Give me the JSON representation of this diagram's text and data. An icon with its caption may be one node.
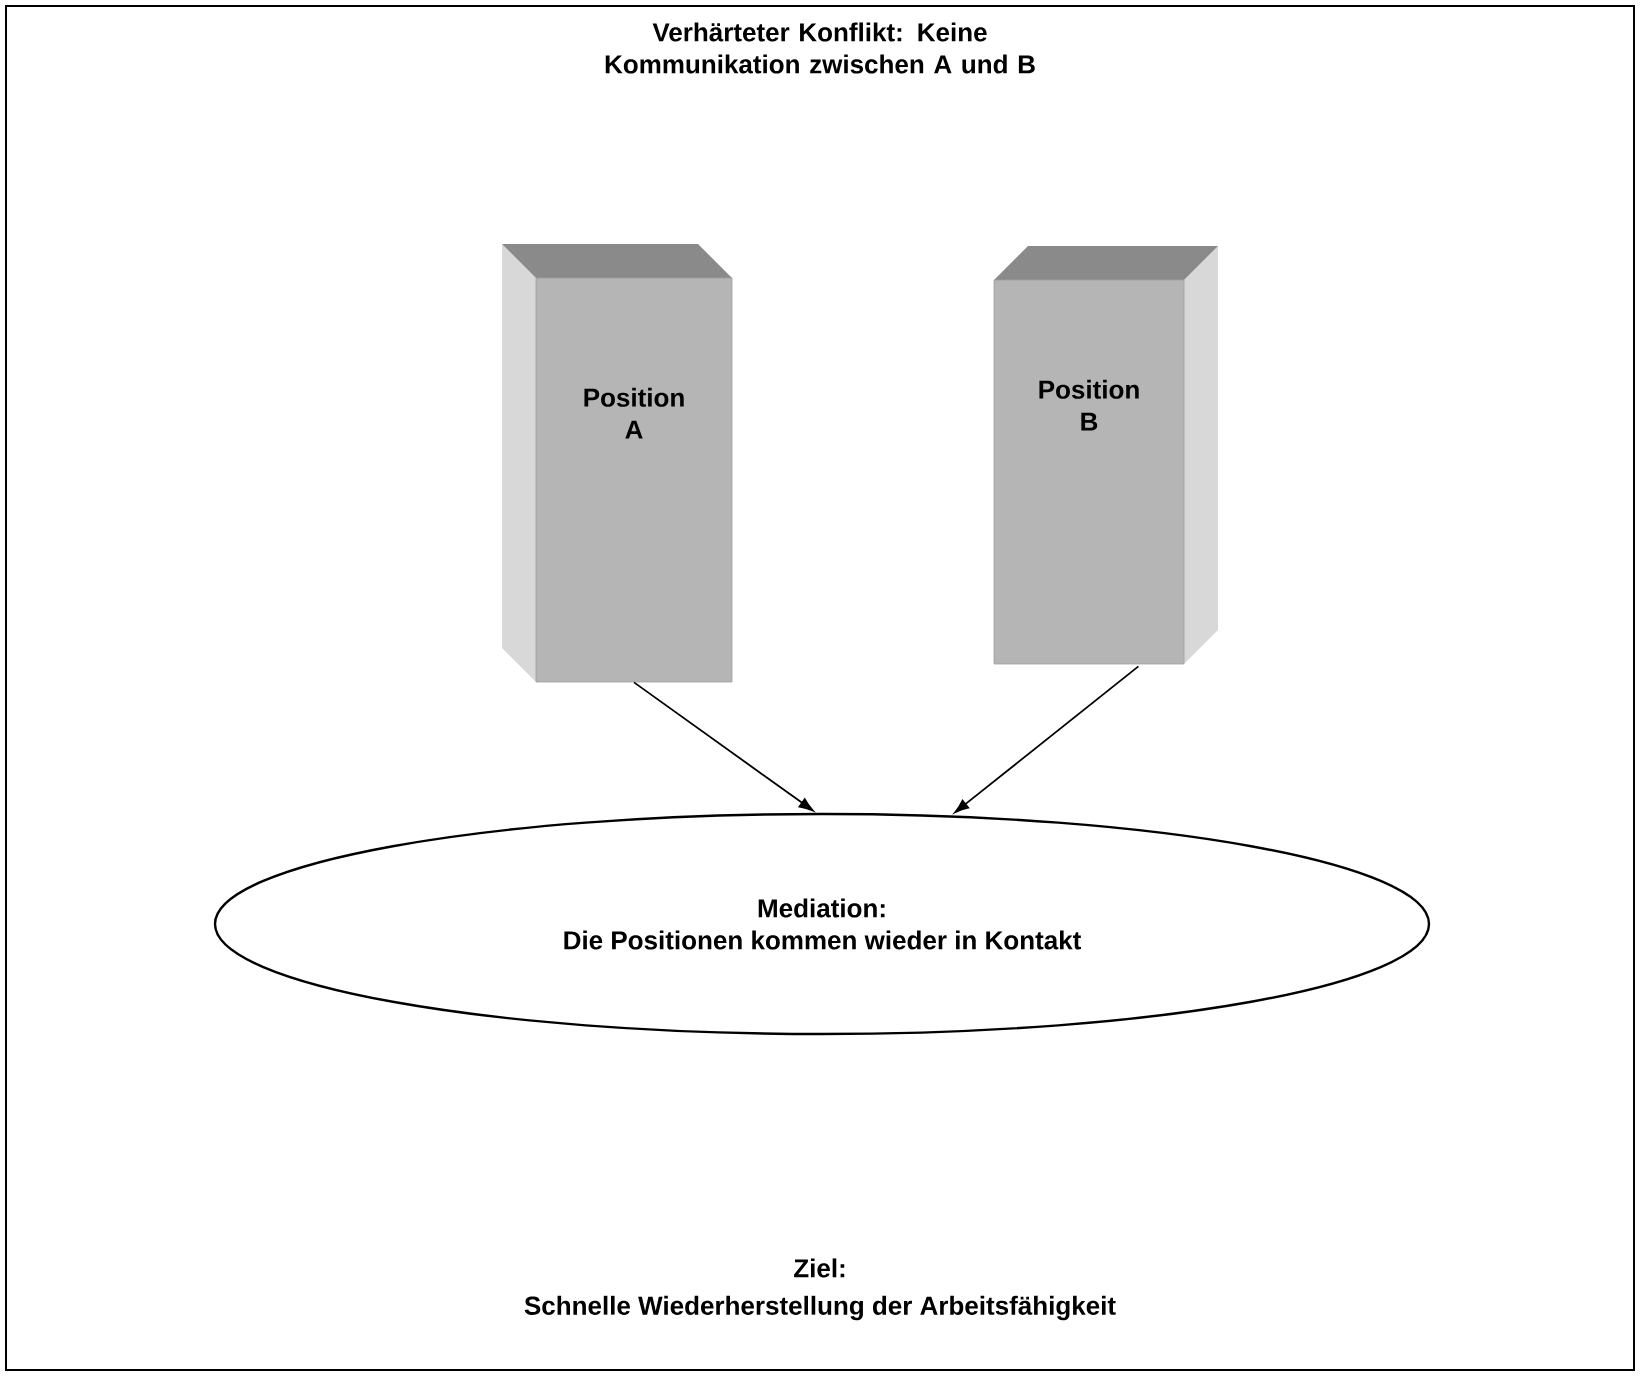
{
  "diagram": {
    "title": "Verhärteter Konflikt: Keine Kommunikation zwischen A und B",
    "nodes": [
      {
        "text": [
          "Position A"
        ]
      },
      {
        "text": [
          "Position B"
        ]
      },
      {
        "text": [
          "Mediation:",
          "Die Positionen kommen wieder in Kontakt"
        ]
      }
    ],
    "edges": [
      {
        "from": 0,
        "to": 2,
        "arrow": "to"
      },
      {
        "from": 1,
        "to": 2,
        "arrow": "to"
      }
    ],
    "labels": [
      "Ziel:",
      "Schnelle Wiederherstellung der Arbeitsfähigkeit"
    ]
  }
}
